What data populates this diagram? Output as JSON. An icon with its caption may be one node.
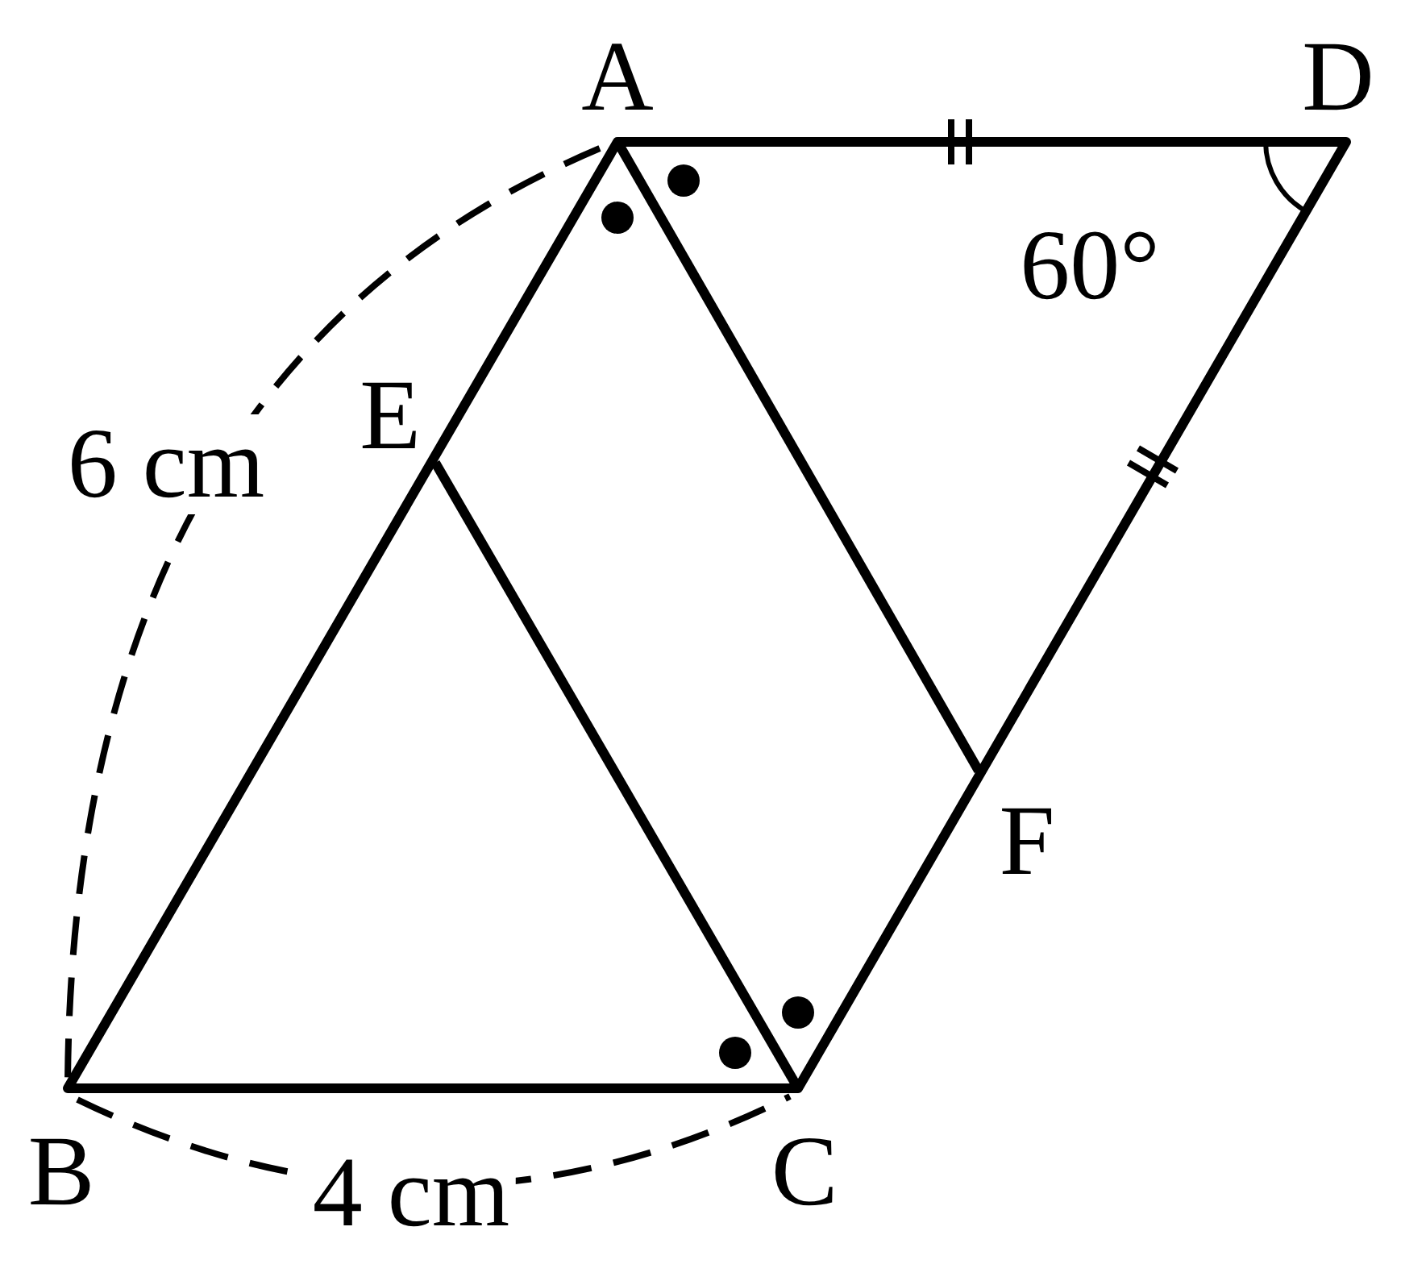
{
  "diagram": {
    "labels": [
      "A",
      "D",
      "60°",
      "E",
      "6 cm",
      "F",
      "B",
      "4 cm",
      "C"
    ]
  }
}
